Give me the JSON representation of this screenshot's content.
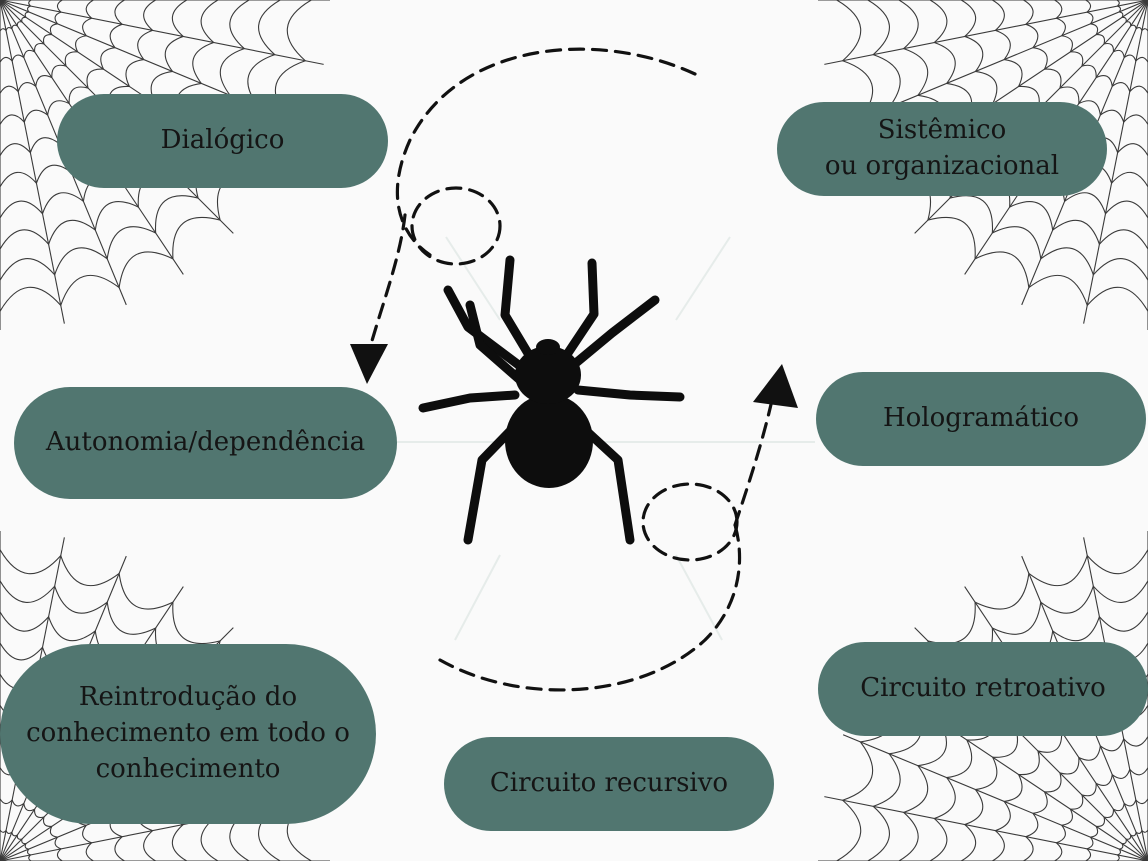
{
  "nodes": {
    "dialogico": "Dialógico",
    "sistemico": "Sistêmico\nou organizacional",
    "autonomia": "Autonomia/dependência",
    "holografico": "Hologramático",
    "reintroducao": "Reintrodução do\nconhecimento em todo o\nconhecimento",
    "recursivo": "Circuito recursivo",
    "retroativo": "Circuito retroativo"
  },
  "colors": {
    "pill": "#517670",
    "text": "#151515",
    "spider": "#0d0d0d",
    "arrow": "#111111",
    "web": "#3a3a3a",
    "background": "#fafafa"
  },
  "decorations": {
    "center_icon": "spider-icon",
    "corner_icon": "cobweb-icon",
    "arrows": [
      "dashed-loop-arrow-down",
      "dashed-loop-arrow-up"
    ]
  }
}
